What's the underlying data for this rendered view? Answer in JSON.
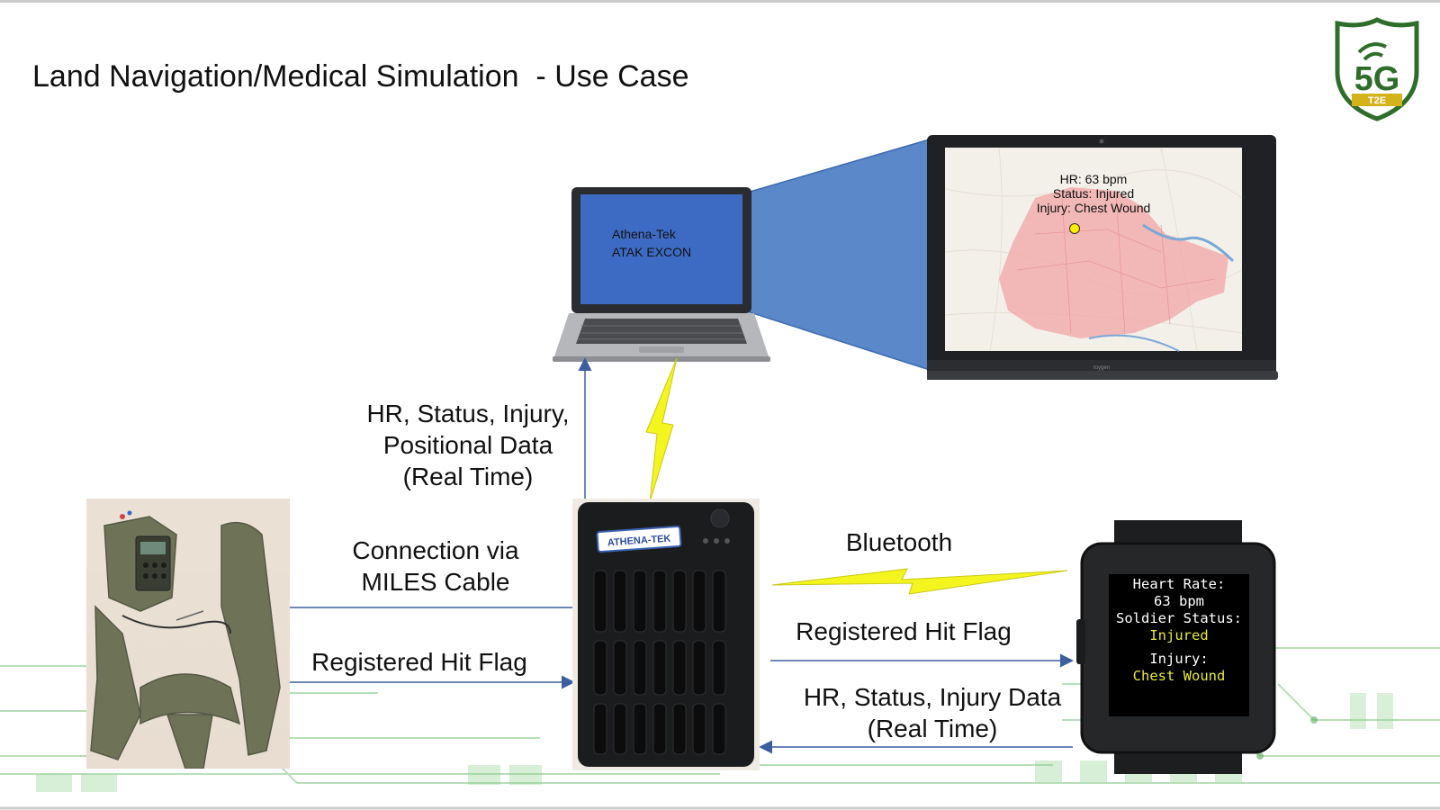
{
  "slide": {
    "title": "Land Navigation/Medical Simulation  - Use Case"
  },
  "logo": {
    "text_main": "5G",
    "text_sub": "T2E",
    "primary_color": "#2f6e2a",
    "accent_color": "#d4b21c"
  },
  "laptop": {
    "screen_line1": "Athena-Tek",
    "screen_line2": "ATAK EXCON",
    "screen_color": "#3d6bc4"
  },
  "map_display": {
    "popup_line1": "HR: 63 bpm",
    "popup_line2": "Status: Injured",
    "popup_line3": "Injury: Chest Wound",
    "region_color": "#f2a5a5",
    "marker_color": "#ffee00",
    "brand": "roygen"
  },
  "device": {
    "brand": "ATHENA-TEK"
  },
  "watch": {
    "line1": "Heart Rate:",
    "line2": "63 bpm",
    "line3": "Soldier Status:",
    "line4": "Injured",
    "line5": "Injury:",
    "line6": "Chest Wound"
  },
  "labels": {
    "uplink_line1": "HR, Status, Injury,",
    "uplink_line2": "Positional Data",
    "uplink_line3": "(Real Time)",
    "miles_line1": "Connection via",
    "miles_line2": "MILES Cable",
    "hit_flag_left": "Registered Hit Flag",
    "bluetooth": "Bluetooth",
    "hit_flag_right": "Registered Hit Flag",
    "status_line1": "HR, Status, Injury Data",
    "status_line2": "(Real Time)"
  },
  "colors": {
    "arrow": "#3b5f9e",
    "bolt": "#f4f41e",
    "circuit": "#3f9a3f"
  }
}
